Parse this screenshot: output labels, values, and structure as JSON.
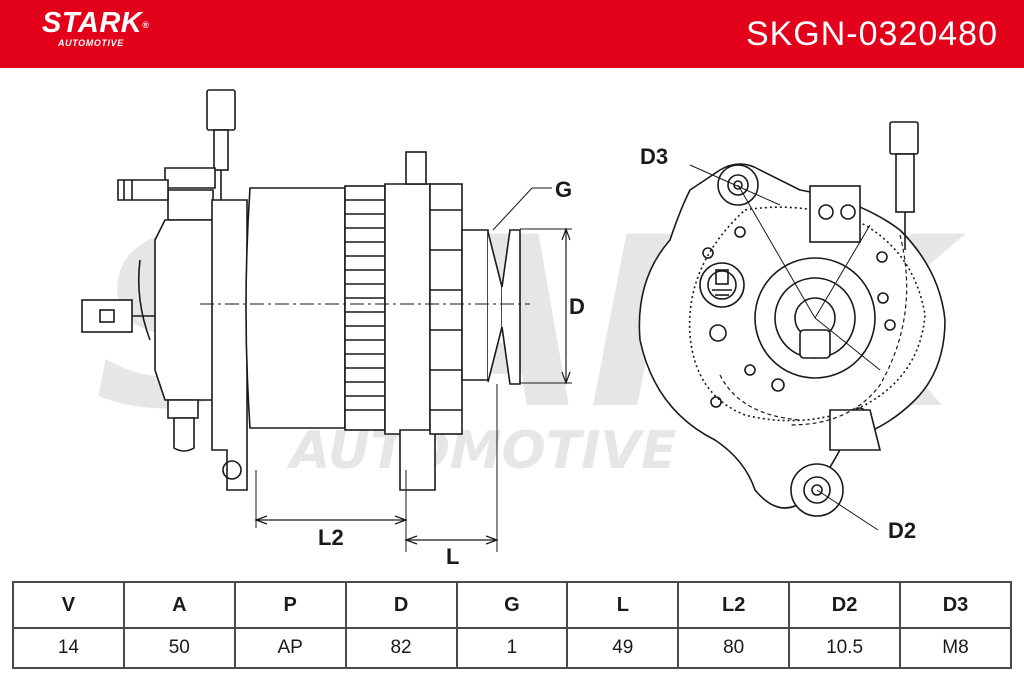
{
  "header": {
    "brand": "STARK",
    "brand_mark": "®",
    "brand_sub": "AUTOMOTIVE",
    "part_code": "SKGN-0320480",
    "color": "#e2001a"
  },
  "watermark": {
    "big": "STARK",
    "sub": "AUTOMOTIVE"
  },
  "diagram": {
    "labels": {
      "g": "G",
      "d": "D",
      "l": "L",
      "l2": "L2",
      "d2": "D2",
      "d3": "D3"
    }
  },
  "specs": {
    "headers": [
      "V",
      "A",
      "P",
      "D",
      "G",
      "L",
      "L2",
      "D2",
      "D3"
    ],
    "values": [
      "14",
      "50",
      "AP",
      "82",
      "1",
      "49",
      "80",
      "10.5",
      "M8"
    ]
  }
}
